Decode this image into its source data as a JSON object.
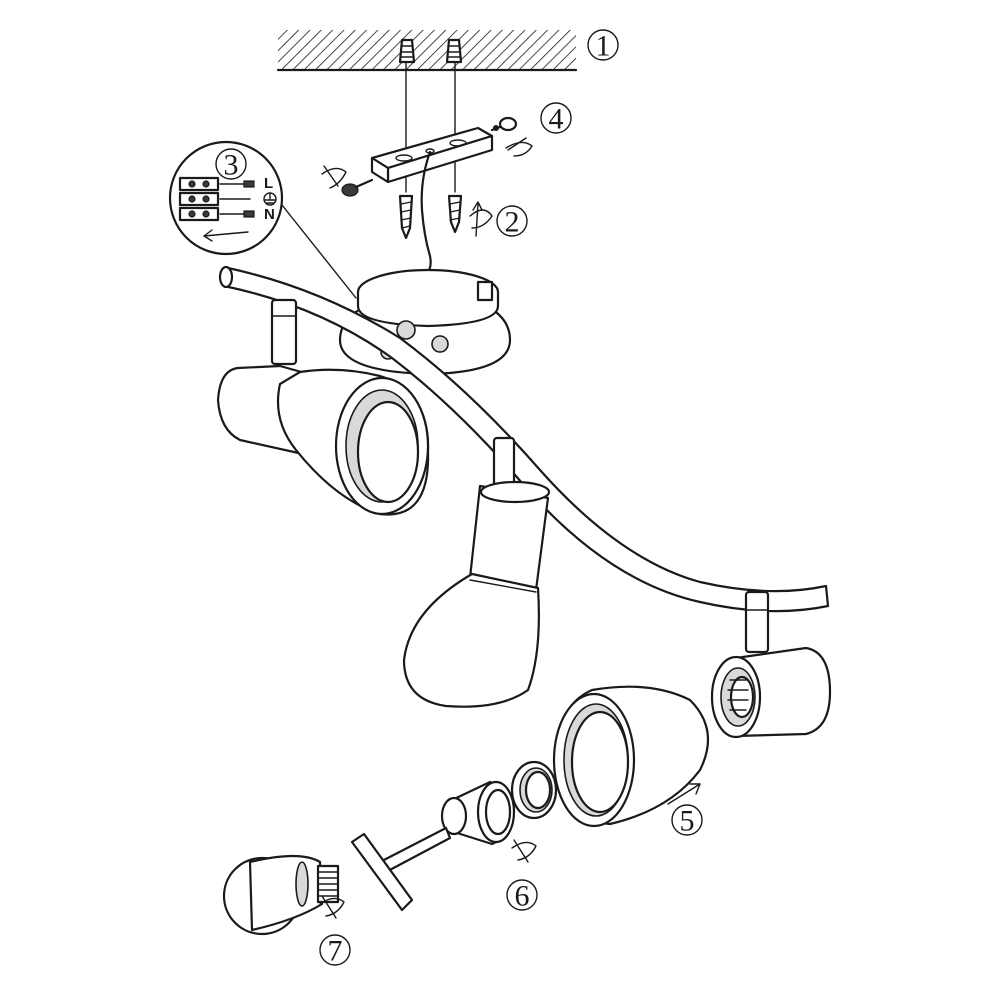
{
  "steps": [
    {
      "number": "1"
    },
    {
      "number": "2"
    },
    {
      "number": "3"
    },
    {
      "number": "4"
    },
    {
      "number": "5"
    },
    {
      "number": "6"
    },
    {
      "number": "7"
    }
  ],
  "wiring_detail": {
    "live_label": "L",
    "neutral_label": "N",
    "earth_symbol": "earth-ground-icon"
  }
}
